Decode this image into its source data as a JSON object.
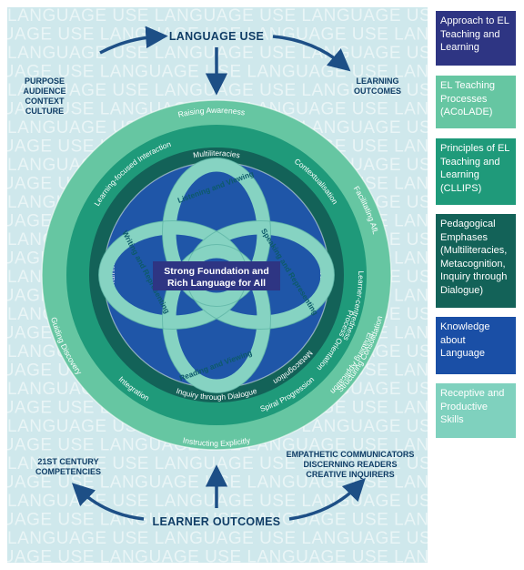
{
  "header_label": "LANGUAGE USE",
  "footer_label": "LEARNER OUTCOMES",
  "watermark_text": "LANGUAGE USE",
  "left_top_lines": [
    "PURPOSE",
    "AUDIENCE",
    "CONTEXT",
    "CULTURE"
  ],
  "right_top_lines": [
    "LEARNING",
    "OUTCOMES"
  ],
  "left_bottom_lines": [
    "21ST CENTURY",
    "COMPETENCIES"
  ],
  "right_bottom_lines": [
    "EMPATHETIC COMMUNICATORS",
    "DISCERNING READERS",
    "CREATIVE INQUIRERS"
  ],
  "outer_ring": {
    "facilitating": "Facilitating AfL",
    "enabling": "Enabling Application",
    "structuring": "Structuring Consolidation",
    "instructing": "Instructing Explicitly",
    "guiding": "Guiding Discovery",
    "raising": "Raising Awareness"
  },
  "middle_ring": {
    "contextualisation": "Contextualisation",
    "process": "Process Orientation",
    "learner_centredness": "Learner-centredness",
    "spiral": "Spiral Progression",
    "integration": "Integration",
    "learning_focused": "Learning-focused Interaction"
  },
  "inner_ring": {
    "metacognition": "Metacognition",
    "inquiry": "Inquiry through Dialogue",
    "multiliteracies": "Multiliteracies"
  },
  "core_ring": {
    "vocabulary": "Vocabulary",
    "grammar": "Grammar"
  },
  "knot": {
    "top": "Listening and Viewing",
    "right": "Speaking and Representing",
    "bottom": "Reading and Viewing",
    "left": "Writing and Representing"
  },
  "center_lines": [
    "Strong Foundation and",
    "Rich Language for All"
  ],
  "legend": [
    {
      "label": "Approach to EL Teaching and Learning",
      "bg": "#2e3583",
      "fg": "#ffffff"
    },
    {
      "label": "EL Teaching Processes (ACoLADE)",
      "bg": "#66c6a2",
      "fg": "#ffffff"
    },
    {
      "label": "Principles of EL Teaching and Learning (CLLIPS)",
      "bg": "#1f9a7a",
      "fg": "#ffffff"
    },
    {
      "label": "Pedagogical Emphases (Multiliteracies, Metacognition, Inquiry through Dialogue)",
      "bg": "#136258",
      "fg": "#ffffff"
    },
    {
      "label": "Knowledge about Language",
      "bg": "#1a4fa6",
      "fg": "#ffffff"
    },
    {
      "label": "Receptive and Productive Skills",
      "bg": "#7fd1be",
      "fg": "#ffffff"
    }
  ],
  "colors": {
    "panel": "#cfe8ec",
    "outer_ring": "#66c6a2",
    "middle_ring": "#1f9a7a",
    "inner_ring": "#136258",
    "core": "#1f56a8",
    "knot": "#86d3c2",
    "arrow": "#1d4f86"
  }
}
